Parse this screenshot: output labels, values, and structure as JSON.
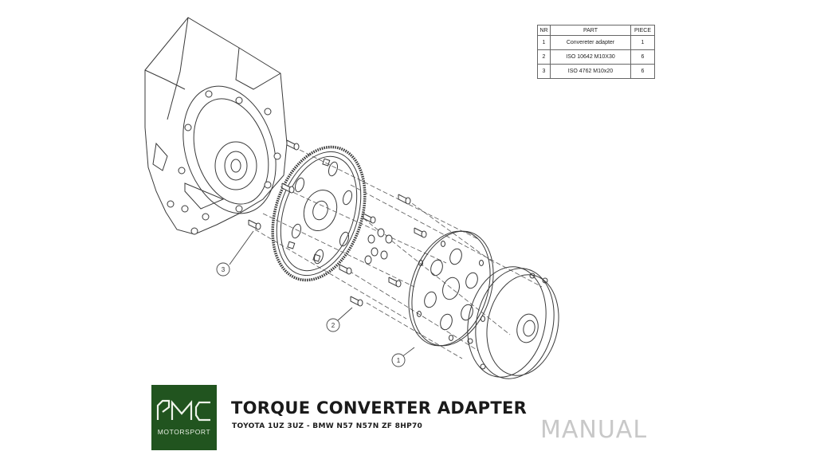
{
  "bom": {
    "headers": [
      "NR",
      "PART",
      "PIECE"
    ],
    "rows": [
      {
        "nr": "1",
        "part": "Convereter adapter",
        "piece": "1"
      },
      {
        "nr": "2",
        "part": "ISO 10642 M10X30",
        "piece": "6"
      },
      {
        "nr": "3",
        "part": "ISO 4762 M10x20",
        "piece": "6"
      }
    ]
  },
  "callouts": {
    "one": "1",
    "two": "2",
    "three": "3"
  },
  "logo": {
    "subtitle": "MOTORSPORT",
    "background": "#21541f"
  },
  "title": "TORQUE CONVERTER ADAPTER",
  "subtitle": "TOYOTA 1UZ 3UZ - BMW N57 N57N ZF 8HP70",
  "manual_label": "MANUAL"
}
